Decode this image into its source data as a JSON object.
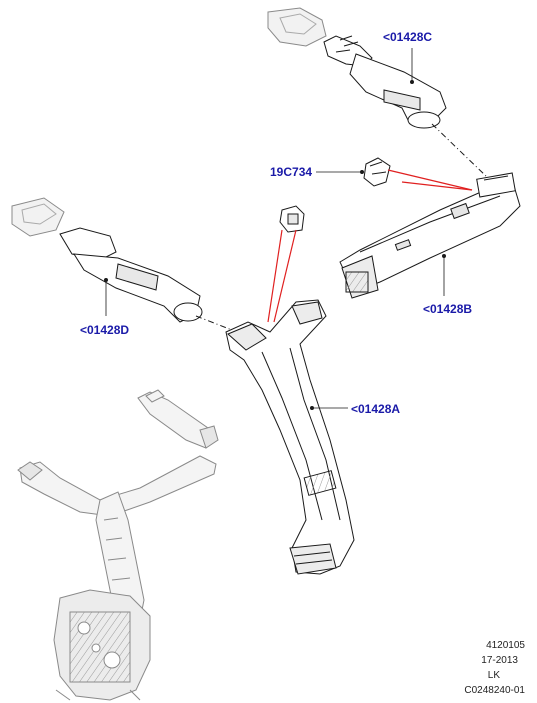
{
  "callouts": {
    "c01428C": "<01428C",
    "c19C734": "19C734",
    "c01428D": "<01428D",
    "c01428B": "<01428B",
    "c01428A": "<01428A"
  },
  "footer": {
    "line1": "4120105",
    "line2": "17-2013",
    "line3": "LK",
    "line4": "C0248240-01"
  },
  "colors": {
    "callout_text": "#1a1aa8",
    "leader_red": "#e02020",
    "outline": "#1a1a1a",
    "ghost": "#8a8a8a"
  }
}
